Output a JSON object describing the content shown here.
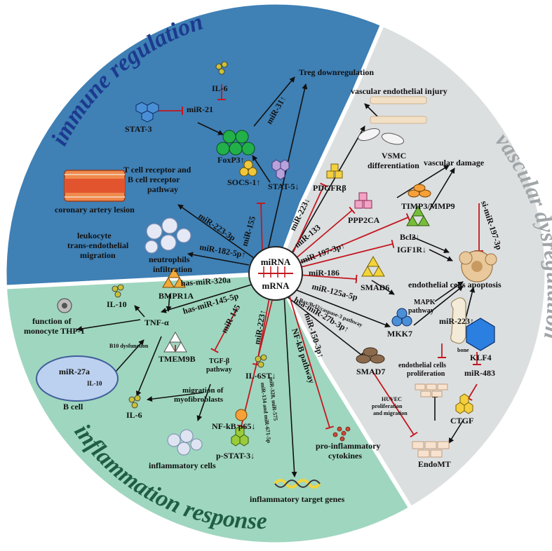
{
  "sectors": {
    "immune": "immune regulation",
    "vascular": "vascular dysregulation",
    "inflammation": "inflammation response"
  },
  "center": {
    "top": "miRNA",
    "bottom": "mRNA"
  },
  "immune": {
    "treg": "Treg downregulation",
    "il6": "IL-6",
    "mir21": "miR-21",
    "stat3": "STAT-3",
    "foxp3": "FoxP3↑",
    "mir31": "miR-31↑",
    "tcr_1": "T cell receptor and",
    "tcr_2": "B cell receptor",
    "tcr_3": "pathway",
    "socs1": "SOCS-1↑",
    "stat5": "STAT-5↓",
    "coronary": "coronary artery lesion",
    "mir155": "miR-155",
    "mir223_3p": "miR-223-3p",
    "leuko_1": "leukocyte",
    "leuko_2": "trans-endothelial",
    "leuko_3": "migration",
    "mir182": "miR-182-5p↑",
    "neutro_1": "neutrophils",
    "neutro_2": "infiltration"
  },
  "vascular": {
    "vei": "vascular endothelial injury",
    "vsmc_1": "VSMC",
    "vsmc_2": "differentiation",
    "vdamage": "vascular damage",
    "pdgfrb": "PDGFRβ",
    "mir223d": "miR-223↓",
    "ppp2ca": "PPP2CA",
    "mir133": "miR-133",
    "timp3": "TIMP3/MMP9",
    "mir197": "miR-197-3p↑",
    "bcl2": "Bcl2↓",
    "igf1r": "IGF1R↓",
    "si197": "si-miR-197-3p",
    "mir186": "miR-186",
    "smad6": "SMAD6",
    "eca": "endothelial cells apoptosis",
    "mir125": "miR-125a-5p",
    "bax": "Bax/Bcl2/caspase-3 pathway",
    "mapk_1": "MAPK",
    "mapk_2": "pathway",
    "hsa27b": "hsa-miR-27b-3p↑",
    "mkk7": "MKK7",
    "mir223u": "miR-223↑",
    "bone": "bone",
    "klf4": "KLF4",
    "smad7": "SMAD7",
    "ecp_1": "endothelial cells",
    "ecp_2": "proliferation",
    "mir483": "miR-483",
    "huvec_1": "HUVEC",
    "huvec_2": "proliferation",
    "huvec_3": "and migration",
    "ctgf": "CTGF",
    "endomt": "EndoMT"
  },
  "inflammation": {
    "il10": "IL-10",
    "bmpr1a": "BMPR1A",
    "hasmir320": "has-miR-320a",
    "monocyte_1": "function of",
    "monocyte_2": "monocyte THP-1",
    "tnfa": "TNF-α",
    "hasmir145": "has-miR-145-5p",
    "b10": "B10 dysfunction",
    "mir27a": "miR-27a",
    "il10small": "IL-10",
    "bcell": "B cell",
    "tmem9b": "TMEM9B",
    "il6": "IL-6",
    "mir145": "miR-145",
    "tgfb_1": "TGF-β",
    "tgfb_2": "pathway",
    "mir223u": "miR-223↑",
    "il6st": "IL-6ST↓",
    "migr_1": "migration of",
    "migr_2": "myofibroblasts",
    "nfkbp65": "NF-kB p65↓",
    "pstat3": "p-STAT-3↓",
    "mir328": "miR-328, miR-575",
    "mir134": "miR-134 and miR-671-5p",
    "nfkbpath": "NF-kB pathway",
    "mir150": "miR-150-3p↑",
    "inflcells": "inflammatory cells",
    "proinfl_1": "pro-inflammatory",
    "proinfl_2": "cytokines",
    "target": "inflammatory target genes"
  },
  "colors": {
    "immune_bg": "#3f80b5",
    "vascular_bg": "#dcdfe0",
    "inflammation_bg": "#9fd6bf",
    "immune_title": "#1c3a8f",
    "vascular_title": "#a0a5a8",
    "inflammation_title": "#1f5e45",
    "inhibit": "#c3181f",
    "activate": "#111111"
  }
}
